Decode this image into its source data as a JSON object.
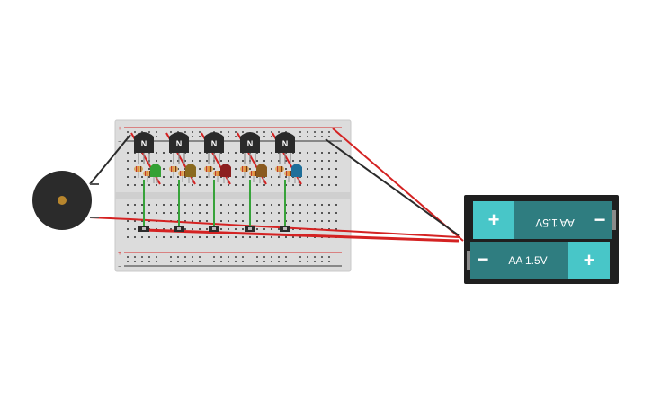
{
  "canvas": {
    "background": "#ffffff"
  },
  "colors": {
    "breadboard": "#dcdcdc",
    "breadboard_edge": "#c9c9c9",
    "rail_red": "#d62828",
    "rail_dark": "#333333",
    "wire_red": "#d42222",
    "wire_black": "#2b2b2b",
    "wire_green": "#37a33a",
    "transistor": "#2a2a2a",
    "battery_holder": "#1f1f1f",
    "battery_body": "#2f7d80",
    "battery_end": "#48c6c8",
    "buzzer": "#2b2b2b",
    "buzzer_center": "#b8862d"
  },
  "breadboard": {
    "rail_top_plus": "+",
    "rail_top_minus": "−",
    "rail_bottom_plus": "+",
    "rail_bottom_minus": "−"
  },
  "transistors": [
    {
      "label": "N",
      "led_color": "#35a135",
      "led_name": "green"
    },
    {
      "label": "N",
      "led_color": "#8a6a1f",
      "led_name": "olive"
    },
    {
      "label": "N",
      "led_color": "#8c1f1f",
      "led_name": "red"
    },
    {
      "label": "N",
      "led_color": "#8a5a1f",
      "led_name": "brown"
    },
    {
      "label": "N",
      "led_color": "#1f6f9a",
      "led_name": "blue"
    }
  ],
  "battery_pack": {
    "cell_top": {
      "label": "AA 1.5V",
      "plus": "+",
      "minus": "−",
      "flipped": true
    },
    "cell_bottom": {
      "label": "AA 1.5V",
      "plus": "+",
      "minus": "−",
      "flipped": false
    }
  },
  "buzzer": {
    "icon": "piezo-buzzer-icon"
  }
}
